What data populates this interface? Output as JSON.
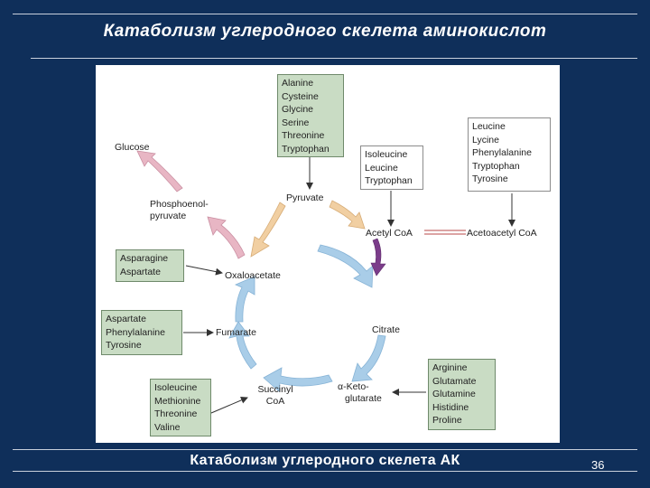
{
  "slide": {
    "title": "Катаболизм углеродного скелета аминокислот",
    "footer": "Катаболизм углеродного скелета АК",
    "page_number": "36"
  },
  "diagram": {
    "boxes": {
      "pyruvate_sources": [
        "Alanine",
        "Cysteine",
        "Glycine",
        "Serine",
        "Threonine",
        "Tryptophan"
      ],
      "acetyl_sources": [
        "Isoleucine",
        "Leucine",
        "Tryptophan"
      ],
      "acetoacetyl_sources": [
        "Leucine",
        "Lycine",
        "Phenylalanine",
        "Tryptophan",
        "Tyrosine"
      ],
      "oxaloacetate_sources": [
        "Asparagine",
        "Aspartate"
      ],
      "fumarate_sources": [
        "Aspartate",
        "Phenylalanine",
        "Tyrosine"
      ],
      "succinyl_sources": [
        "Isoleucine",
        "Methionine",
        "Threonine",
        "Valine"
      ],
      "ketoglutarate_sources": [
        "Arginine",
        "Glutamate",
        "Glutamine",
        "Histidine",
        "Proline"
      ]
    },
    "metabolites": {
      "glucose": "Glucose",
      "pep_line1": "Phosphoenol-",
      "pep_line2": "pyruvate",
      "pyruvate": "Pyruvate",
      "acetyl_coa": "Acetyl CoA",
      "acetoacetyl_coa": "Acetoacetyl CoA",
      "oxaloacetate": "Oxaloacetate",
      "fumarate": "Fumarate",
      "citrate": "Citrate",
      "succinyl_line1": "Succinyl",
      "succinyl_line2": "CoA",
      "ketoglutarate_line1": "α-Keto-",
      "ketoglutarate_line2": "glutarate"
    },
    "colors": {
      "background": "#0f2f5a",
      "source_box": "#c9dcc4",
      "cycle_arrow": "#a9cde8",
      "pyruvate_arrow": "#f1cfa2",
      "pink_arrow": "#e8b6c4",
      "acetyl_arrow": "#7b3c8a"
    }
  }
}
